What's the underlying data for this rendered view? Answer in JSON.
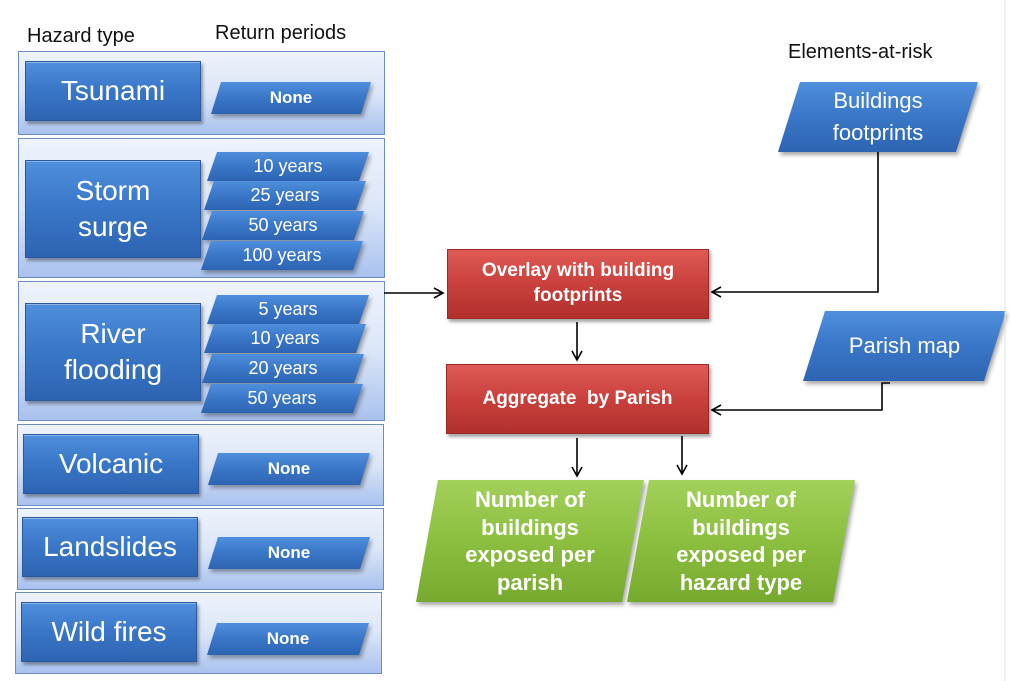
{
  "headers": {
    "hazard_type": "Hazard type",
    "return_periods": "Return periods",
    "elements_at_risk": "Elements-at-risk"
  },
  "hazards": [
    {
      "name": "Tsunami",
      "return_periods": [
        "None"
      ]
    },
    {
      "name": "Storm surge",
      "return_periods": [
        "10 years",
        "25 years",
        "50 years",
        "100 years"
      ]
    },
    {
      "name": "River flooding",
      "return_periods": [
        "5 years",
        "10 years",
        "20 years",
        "50 years"
      ]
    },
    {
      "name": "Volcanic",
      "return_periods": [
        "None"
      ]
    },
    {
      "name": "Landslides",
      "return_periods": [
        "None"
      ]
    },
    {
      "name": "Wild fires",
      "return_periods": [
        "None"
      ]
    }
  ],
  "inputs": {
    "buildings": "Buildings footprints",
    "parish_map": "Parish map"
  },
  "processes": {
    "overlay": "Overlay with building footprints",
    "aggregate": "Aggregate  by Parish"
  },
  "outputs": {
    "per_parish": "Number of buildings exposed per parish",
    "per_hazard": "Number of buildings exposed per hazard type"
  },
  "colors": {
    "input_blue": "#3b78c9",
    "process_red": "#c9403c",
    "output_green": "#8cbf3f",
    "group_bg": "#dbe6f8"
  }
}
